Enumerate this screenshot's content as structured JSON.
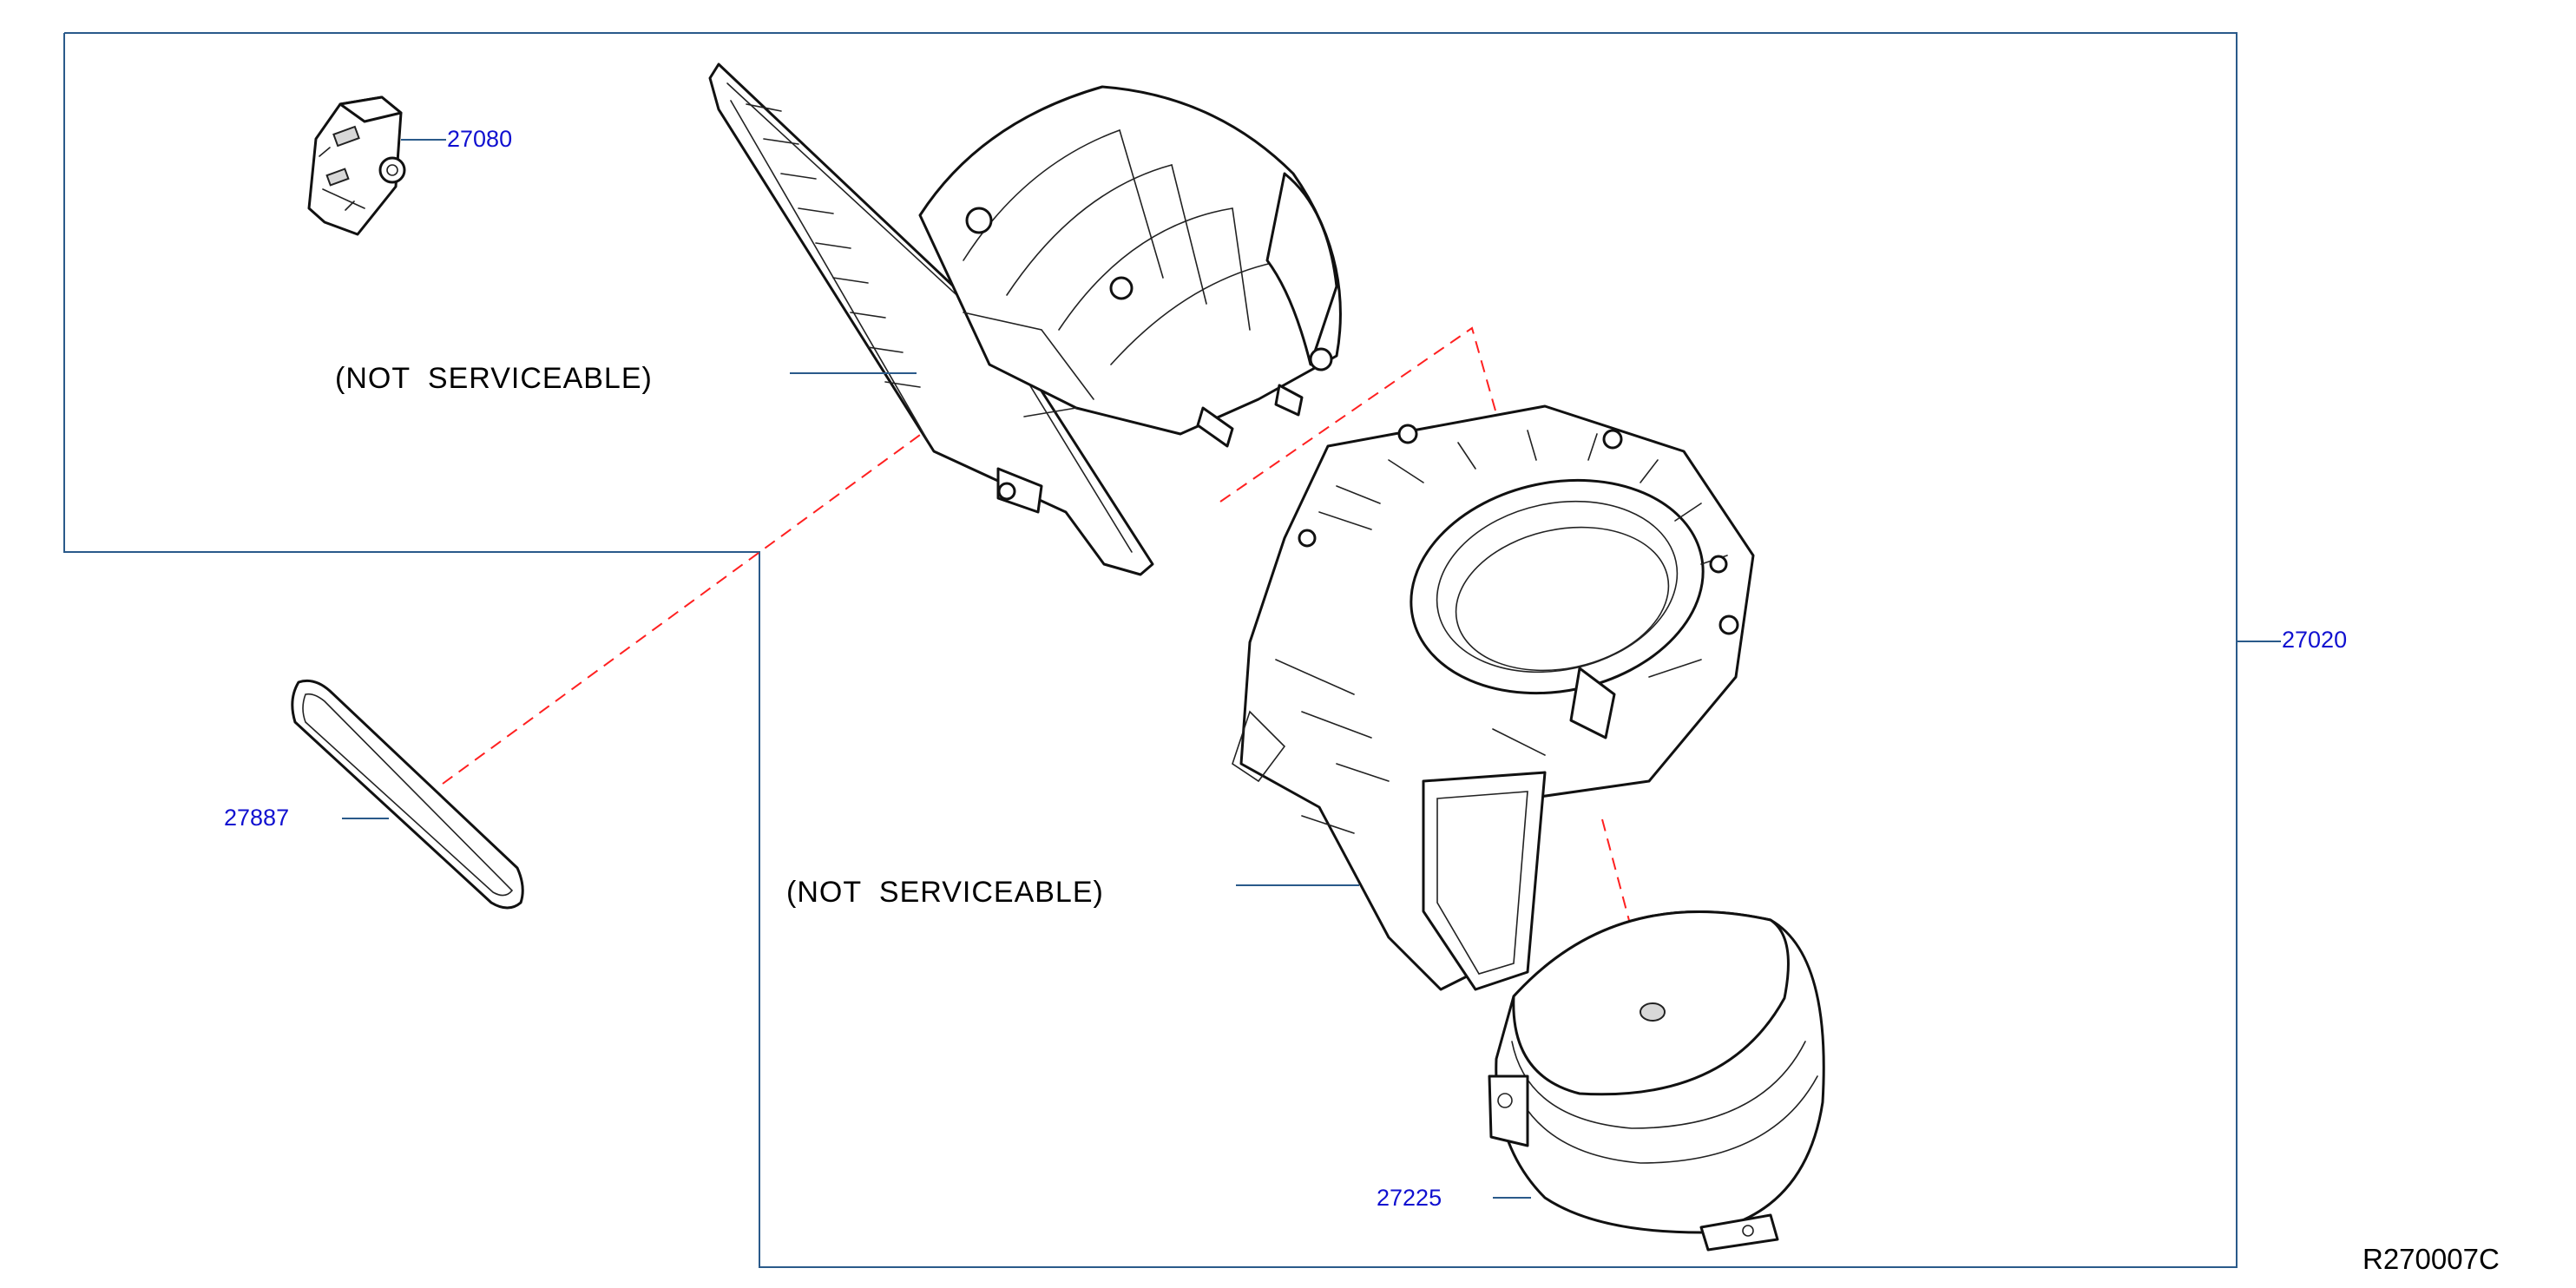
{
  "labels": {
    "actuator": "27080",
    "blower_housing_assembly": "27020",
    "seal_gasket": "27887",
    "blower_motor": "27225",
    "not_serviceable_upper": "(NOT   SERVICEABLE)",
    "not_serviceable_lower": "(NOT   SERVICEABLE)",
    "diagram_code": "R270007C"
  },
  "colors": {
    "part_number": "#1010d0",
    "leader_line": "#2a5a8a",
    "assembly_line": "#ff2020",
    "drawing_ink": "#111111"
  }
}
